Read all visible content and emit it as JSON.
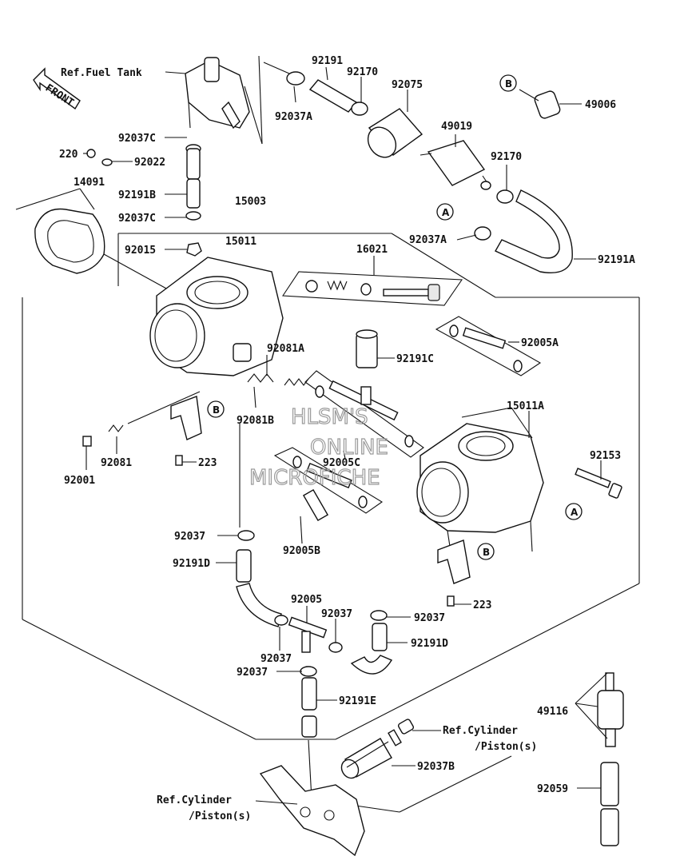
{
  "watermark": [
    "HLSM'S",
    "ONLINE",
    "MICROFICHE"
  ],
  "front_label": "FRONT",
  "refs": {
    "fuel_tank": "Ref.Fuel Tank",
    "cyl_right_1": "Ref.Cylinder",
    "cyl_right_2": "/Piston(s)",
    "cyl_left_1": "Ref.Cylinder",
    "cyl_left_2": "/Piston(s)"
  },
  "callouts": {
    "a": "A",
    "b": "B"
  },
  "parts": {
    "p92191_top": "92191",
    "p92170_top": "92170",
    "p92075": "92075",
    "p49006": "49006",
    "p92037A_top": "92037A",
    "p49019": "49019",
    "p92170_mid": "92170",
    "p92037C_1": "92037C",
    "p220": "220",
    "p92022": "92022",
    "p14091": "14091",
    "p92191B": "92191B",
    "p92037C_2": "92037C",
    "p15003": "15003",
    "p92037A_mid": "92037A",
    "p92191A": "92191A",
    "p92015": "92015",
    "p15011": "15011",
    "p16021": "16021",
    "p92005A": "92005A",
    "p92081A": "92081A",
    "p92191C": "92191C",
    "p15011A": "15011A",
    "p92081B": "92081B",
    "p92153": "92153",
    "p223_left": "223",
    "p92081": "92081",
    "p92001": "92001",
    "p92005C": "92005C",
    "p92037_a": "92037",
    "p92005B": "92005B",
    "p92191D_left": "92191D",
    "p223_right": "223",
    "p92005": "92005",
    "p92037_b": "92037",
    "p92037_c": "92037",
    "p92191D_right": "92191D",
    "p92037_d": "92037",
    "p92037_e": "92037",
    "p92191E": "92191E",
    "p49116": "49116",
    "p92037B": "92037B",
    "p92059": "92059"
  }
}
